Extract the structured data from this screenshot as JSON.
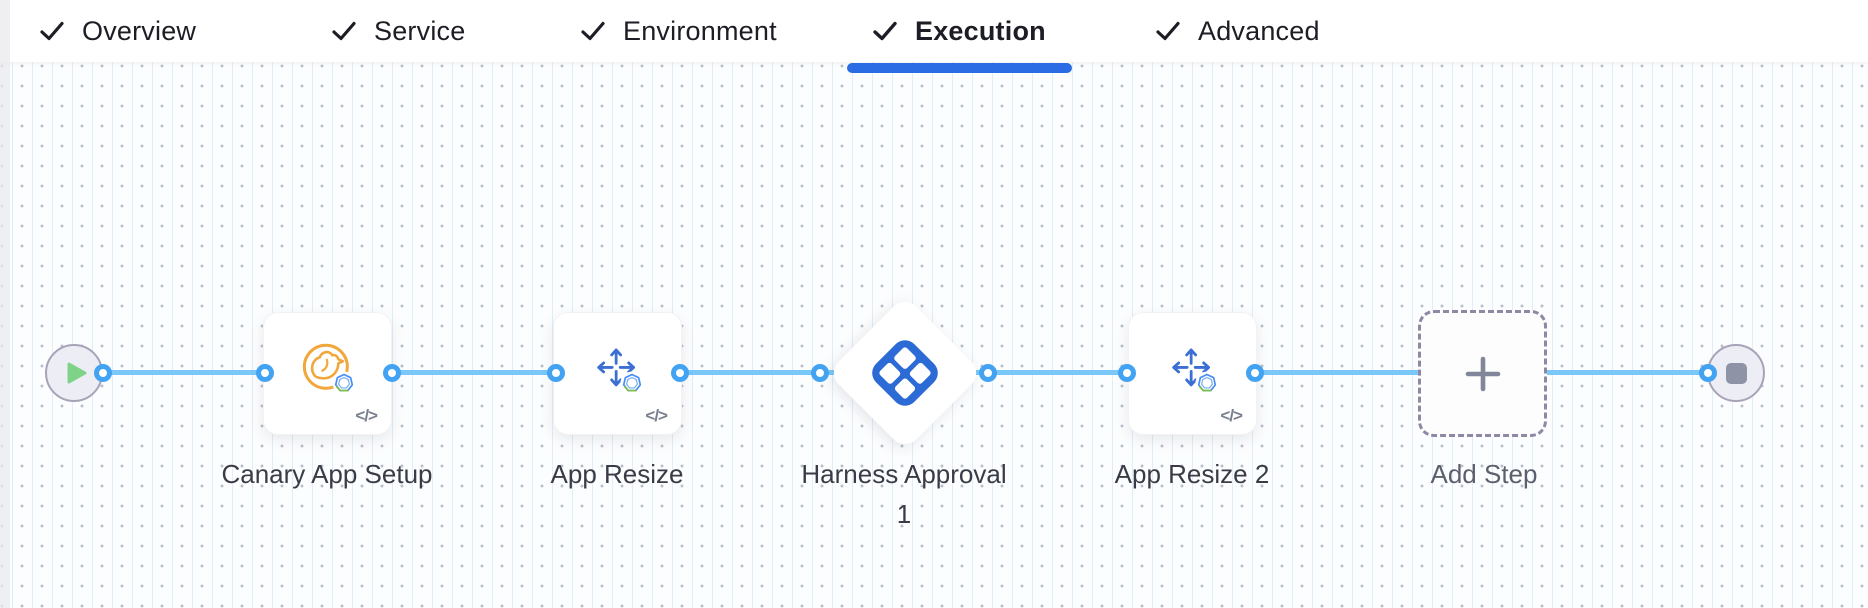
{
  "tabs": {
    "items": [
      {
        "label": "Overview",
        "checked": true,
        "active": false
      },
      {
        "label": "Service",
        "checked": true,
        "active": false
      },
      {
        "label": "Environment",
        "checked": true,
        "active": false
      },
      {
        "label": "Execution",
        "checked": true,
        "active": true
      },
      {
        "label": "Advanced",
        "checked": true,
        "active": false
      }
    ],
    "active_underline_color": "#2b6be4"
  },
  "pipeline": {
    "code_icon_label": "</>",
    "start_node": {
      "icon": "play-icon"
    },
    "end_node": {
      "icon": "stop-icon"
    },
    "steps": [
      {
        "label": "Canary App Setup",
        "icon": "canary-icon",
        "badge": "pcf-badge-icon",
        "shape": "card"
      },
      {
        "label": "App Resize",
        "icon": "resize-arrows-icon",
        "badge": "pcf-badge-icon",
        "shape": "card"
      },
      {
        "label": "Harness Approval 1",
        "icon": "harness-approval-icon",
        "shape": "diamond"
      },
      {
        "label": "App Resize 2",
        "icon": "resize-arrows-icon",
        "badge": "pcf-badge-icon",
        "shape": "card"
      },
      {
        "label": "Add Step",
        "icon": "plus-icon",
        "shape": "dashed"
      }
    ],
    "colors": {
      "connector_line": "#79c8f7",
      "connector_ring": "#43a3f3",
      "harness_blue": "#2c6ad6",
      "canary_orange": "#f0a73c",
      "play_green": "#7ed388",
      "stop_gray": "#8e93a5"
    }
  }
}
